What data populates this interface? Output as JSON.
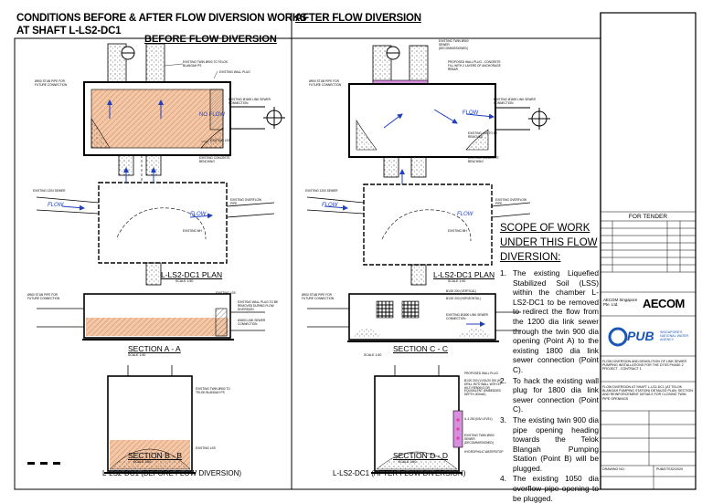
{
  "sheet": {
    "title_line1": "CONDITIONS BEFORE & AFTER FLOW DIVERSION WORKS",
    "title_line2": "AT SHAFT L-LS2-DC1",
    "after_title": "AFTER FLOW DIVERSION"
  },
  "before": {
    "heading": "BEFORE FLOW DIVERSION",
    "labels": {
      "stub_pipe": "Ø900 STUB PIPE FOR FUTURE CONNECTION",
      "twin_pipe": "EXISTING TWIN Ø900 TO TELOK BLANGAH PS",
      "wall_plug": "EXISTING WALL PLUG",
      "link_sewer": "EXISTING Ø1800 LINK SEWER CONNECTION",
      "lss": "EXISTING LSS",
      "benching": "EXISTING CONCRETE BENCHING",
      "existing_sewer": "EXISTING 1200 SEWER",
      "overflow_pipe": "EXISTING OVERFLOW PIPE",
      "existing_mh": "EXISTING MH"
    },
    "flow": "FLOW",
    "no_flow": "NO FLOW",
    "plan_title": "L-LS2-DC1 PLAN",
    "plan_scale": "SCALE 1:50",
    "section_a_title": "SECTION A - A",
    "section_a_scale": "SCALE 1:50",
    "section_a_labels": {
      "stub_pipe": "Ø900 STUB PIPE FOR FUTURE CONNECTION",
      "lss": "EXISTING LSS",
      "wall_plug_removed": "EXISTING WALL PLUG TO BE REMOVED DURING FLOW DIVERSION",
      "link_sewer": "Ø1800 LINK SEWER CONNECTION"
    },
    "section_b_title": "SECTION B - B",
    "section_b_scale": "SCALE 1:50",
    "section_b_labels": {
      "twin_pipe": "EXISTING TWIN Ø900 TO TELOK BLANGAH PS",
      "lss": "EXISTING LSS"
    },
    "footer_title": "L-LS2-DC1 (BEFORE FLOW DIVERSION)"
  },
  "after": {
    "labels": {
      "twin_decom": "EXISTING TWIN Ø900 SEWER (DECOMMISSIONED)",
      "proposed_wall": "PROPOSED WALL PLUG - CONCRETE FILL WITH 2 LAYERS OF ANCHORAGE REBAR",
      "stub_pipe": "Ø900 STUB PIPE FOR FUTURE CONNECTION",
      "link_sewer": "EXISTING Ø1800 LINK SEWER CONNECTION",
      "lss_removed": "EXISTING LSS TO BE REMOVED",
      "benching": "EXISTING CONCRETE BENCHING",
      "existing_sewer": "EXISTING 1200 SEWER",
      "overflow_pipe": "EXISTING OVERFLOW PIPE",
      "existing_mh": "EXISTING MH"
    },
    "flow": "FLOW",
    "plan_title": "L-LS2-DC1 PLAN",
    "plan_scale": "SCALE 1:50",
    "section_c_title": "SECTION C - C",
    "section_c_scale": "SCALE 1:50",
    "section_c_labels": {
      "stub_pipe": "Ø900 STUB PIPE FOR FUTURE CONNECTION",
      "rebar_v": "B1/20 200 (VERTICAL)",
      "rebar_h": "B1/20 200 (HORIZONTAL)",
      "link_sewer": "EXISTING Ø1800 LINK SEWER CONNECTION"
    },
    "section_d_title": "SECTION D - D",
    "section_d_scale": "SCALE 1:50",
    "section_d_labels": {
      "proposed_plug": "PROPOSED WALL PLUG",
      "drill": "B1/20 200 (V) B1/20 200 (H) DRILL INTO WALL WITH 6T HILTI RE500V3 OR EQUIVALENT (EMBEDDED DEPTH 200mm)",
      "invert": "IL 4.200 (INV LEVEL)",
      "twin_decom": "EXISTING TWIN Ø900 SEWER (DECOMMISSIONED)",
      "waterstop": "HYDROPHILIC WATERSTOP"
    },
    "footer_title": "L-LS2-DC1 (AFTER FLOW DIVERSION)"
  },
  "scope": {
    "title_lines": [
      "SCOPE OF WORK",
      "UNDER THIS FLOW",
      "DIVERSION:"
    ],
    "items": [
      {
        "num": "1.",
        "text": "The existing Liquefied Stabilized Soil (LSS) within the chamber L-LS2-DC1 to be removed to redirect the flow from the 1200 dia link sewer through the twin 900 dia opening (Point A) to the existing 1800 dia link sewer connection (Point C)."
      },
      {
        "num": "2.",
        "text": "To hack the existing wall plug for 1800 dia link sewer connection (Point C)."
      },
      {
        "num": "3.",
        "text": "The existing twin 900 dia pipe opening heading towards the Telok Blangah Pumping Station (Point B) will be plugged."
      },
      {
        "num": "4.",
        "text": "The existing 1050 dia overflow pipe opening to be plugged."
      }
    ]
  },
  "title_block": {
    "for_tender": "FOR TENDER",
    "consultant_name": "AECOM Singapore Pte. Ltd.",
    "consultant_logo": "AECOM",
    "client_logo": "PUB",
    "client_sub": "SINGAPORE'S NATIONAL WATER AGENCY",
    "project": "FLOW DIVERSION AND DEMOLITION OF LINK SEWER PUMPING INSTALLATIONS FOR THE DTSS PHASE 2 PROJECT - CONTRACT 1",
    "drawing_title": "FLOW DIVERSION AT SHAFT L-LS2-DC1 (AT TELOK BLANGAH PUMPING STATION) DETAILED PLAN, SECTION AND REINFORCEMENT DETAILS FOR CLOSING TWIN PIPE OPENINGS",
    "drawing_no_label": "DRAWING NO.",
    "drawing_no": "PUB/DTSS2/2020"
  },
  "colors": {
    "ink": "#000000",
    "flow_arrow": "#1f3fbf",
    "lss_fill": "#f4c7a6",
    "plug_fill": "#d98fe0",
    "pink_dot": "#e040a0",
    "grey_hatch": "#9a9a9a"
  }
}
